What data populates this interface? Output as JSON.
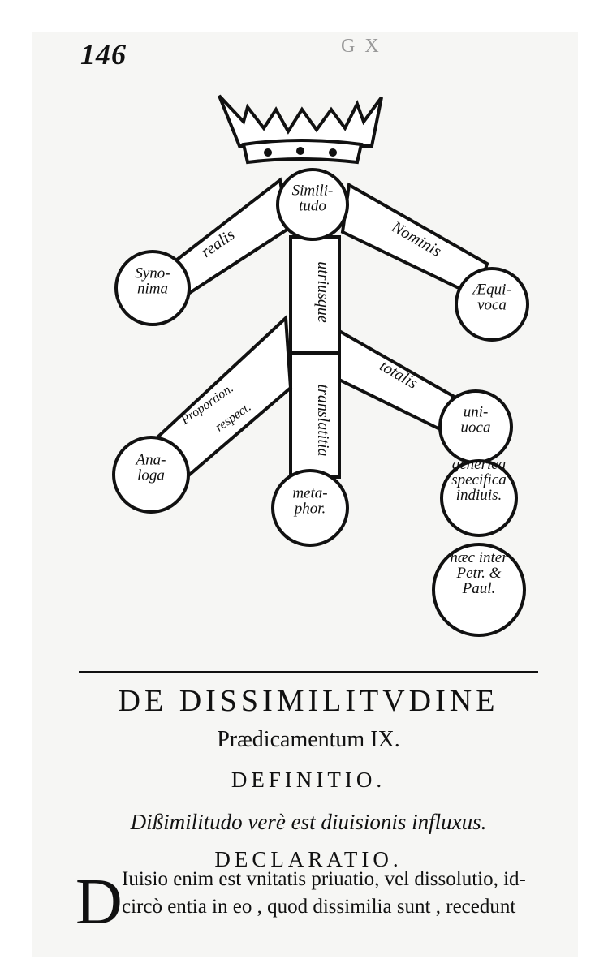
{
  "page_number": "146",
  "header_mark": "G X",
  "tree": {
    "nodes": {
      "root": "Simili-|tudo",
      "synonima": "Syno-|nima",
      "aequivoca": "Æqui-|voca",
      "univoca": "uni-|uoca",
      "analoga": "Ana-|loga",
      "metaphor": "meta-|phor.",
      "generica": "generica|specifica|indiuis.",
      "haec": "hæc inter|Petr. &|Paul."
    },
    "branches": {
      "realis": "realis",
      "nominis": "Nominis",
      "utriusque": "utriusque",
      "totalis": "totalis",
      "translatitia": "translatitia",
      "proportion": "Proportion.",
      "respect": "respect."
    }
  },
  "title": "DE DISSIMILITVDINE",
  "subtitle": "Prædicamentum IX.",
  "definitio_heading": "DEFINITIO.",
  "definition": "Dißimilitudo verè est diuisionis influxus.",
  "declaratio_heading": "DECLARATIO.",
  "drop_cap": "D",
  "body_lines": [
    "Iuisio enim est vnitatis priuatio, vel dissolutio, id-",
    "circò entia in eo , quod dissimilia sunt , recedunt"
  ]
}
